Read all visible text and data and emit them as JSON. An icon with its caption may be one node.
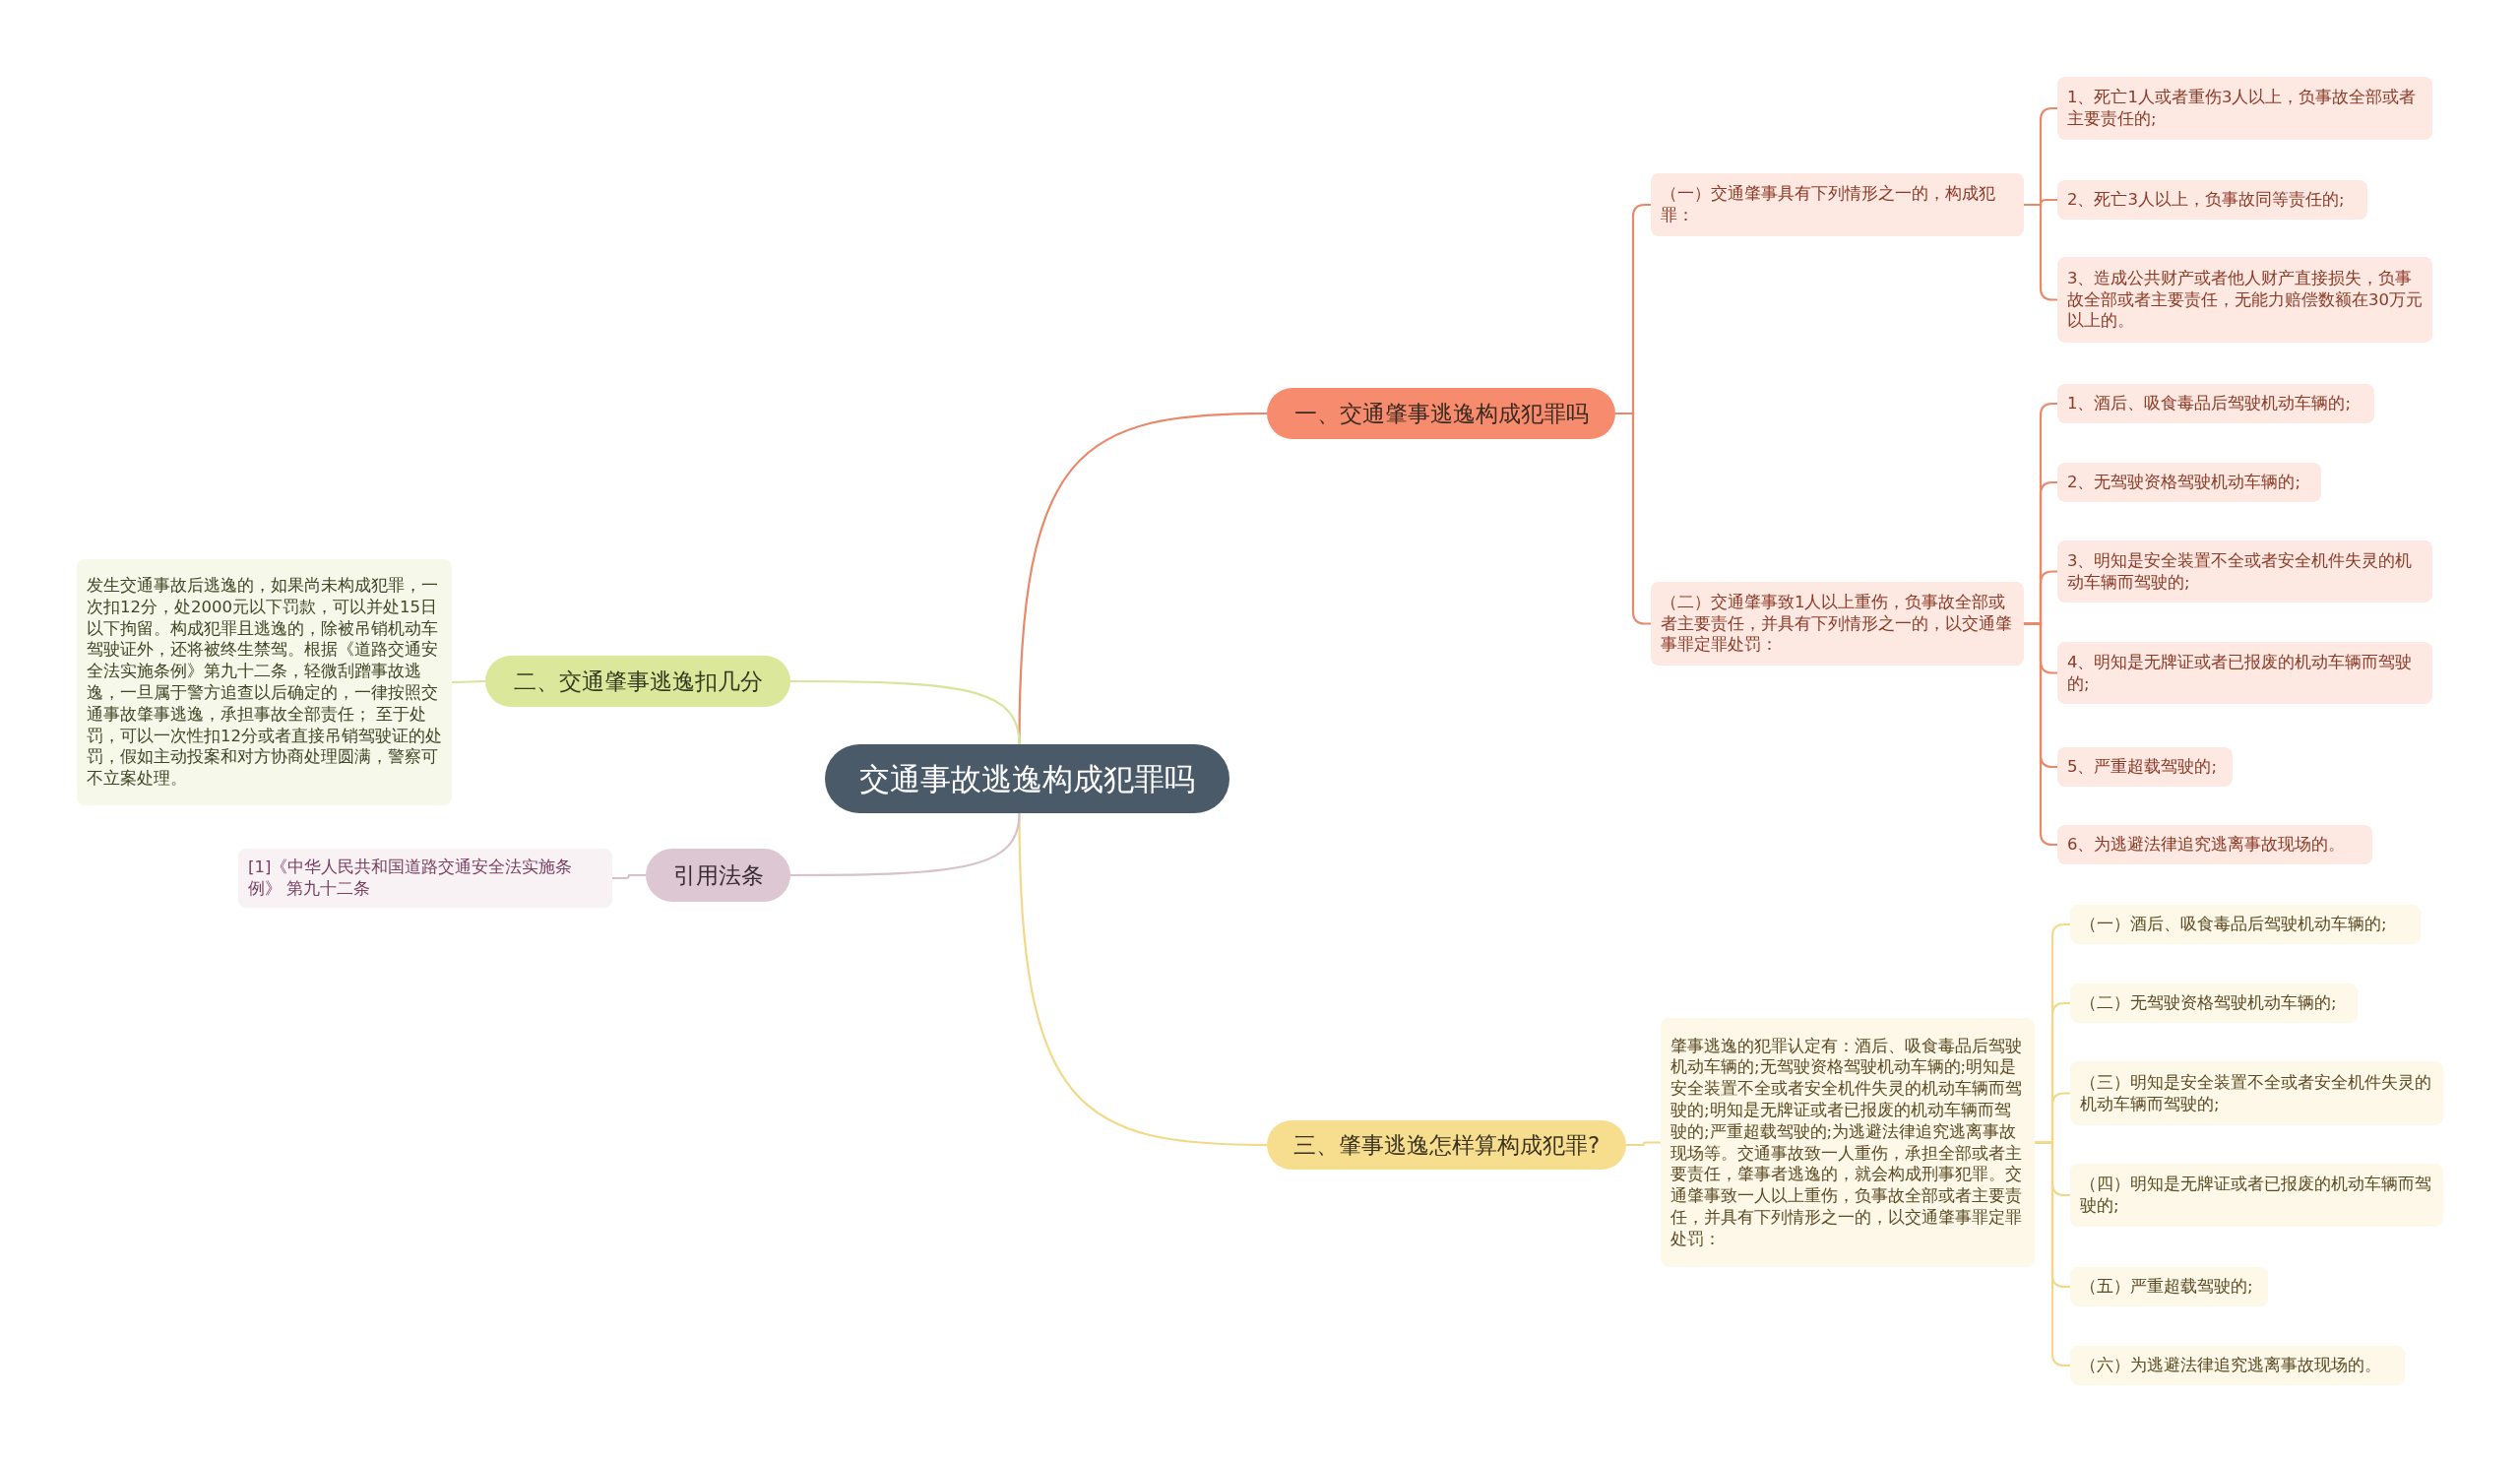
{
  "diagram": {
    "nodes": [
      {
        "text": [
          "交通事故逃逸构成犯罪吗"
        ]
      },
      {
        "text": [
          "一、交通肇事逃逸构成犯罪吗"
        ]
      },
      {
        "text": [
          "（一）交通肇事具有下列情形之一的，构成犯罪："
        ]
      },
      {
        "text": [
          "1、死亡1人或者重伤3人以上，负事故全部或者主要责任的;"
        ]
      },
      {
        "text": [
          "2、死亡3人以上，负事故同等责任的;"
        ]
      },
      {
        "text": [
          "3、造成公共财产或者他人财产直接损失，负事故全部或者主要责任，无能力赔偿数额在30万元以上的。"
        ]
      },
      {
        "text": [
          "（二）交通肇事致1人以上重伤，负事故全部或者主要责任，并具有下列情形之一的，以交通肇事罪定罪处罚："
        ]
      },
      {
        "text": [
          "1、酒后、吸食毒品后驾驶机动车辆的;"
        ]
      },
      {
        "text": [
          "2、无驾驶资格驾驶机动车辆的;"
        ]
      },
      {
        "text": [
          "3、明知是安全装置不全或者安全机件失灵的机动车辆而驾驶的;"
        ]
      },
      {
        "text": [
          "4、明知是无牌证或者已报废的机动车辆而驾驶的;"
        ]
      },
      {
        "text": [
          "5、严重超载驾驶的;"
        ]
      },
      {
        "text": [
          "6、为逃避法律追究逃离事故现场的。"
        ]
      },
      {
        "text": [
          "三、肇事逃逸怎样算构成犯罪?"
        ]
      },
      {
        "text": [
          "肇事逃逸的犯罪认定有：酒后、吸食毒品后驾驶机动车辆的;无驾驶资格驾驶机动车辆的;明知是安全装置不全或者安全机件失灵的机动车辆而驾驶的;明知是无牌证或者已报废的机动车辆而驾驶的;严重超载驾驶的;为逃避法律追究逃离事故现场等。交通事故致一人重伤，承担全部或者主要责任，肇事者逃逸的，就会构成刑事犯罪。交通肇事致一人以上重伤，负事故全部或者主要责任，并具有下列情形之一的，以交通肇事罪定罪处罚："
        ]
      },
      {
        "text": [
          "（一）酒后、吸食毒品后驾驶机动车辆的;"
        ]
      },
      {
        "text": [
          "（二）无驾驶资格驾驶机动车辆的;"
        ]
      },
      {
        "text": [
          "（三）明知是安全装置不全或者安全机件失灵的机动车辆而驾驶的;"
        ]
      },
      {
        "text": [
          "（四）明知是无牌证或者已报废的机动车辆而驾驶的;"
        ]
      },
      {
        "text": [
          "（五）严重超载驾驶的;"
        ]
      },
      {
        "text": [
          "（六）为逃避法律追究逃离事故现场的。"
        ]
      },
      {
        "text": [
          "二、交通肇事逃逸扣几分"
        ]
      },
      {
        "text": [
          "发生交通事故后逃逸的，如果尚未构成犯罪，一次扣12分，处2000元以下罚款，可以并处15日以下拘留。构成犯罪且逃逸的，除被吊销机动车驾驶证外，还将被终生禁驾。根据《道路交通安全法实施条例》第九十二条，轻微刮蹭事故逃逸，一旦属于警方追查以后确定的，一律按照交通事故肇事逃逸，承担事故全部责任； 至于处罚，可以一次性扣12分或者直接吊销驾驶证的处罚，假如主动投案和对方协商处理圆满，警察可不立案处理。"
        ]
      },
      {
        "text": [
          "引用法条"
        ]
      },
      {
        "text": [
          "[1]《中华人民共和国道路交通安全法实施条例》 第九十二条"
        ]
      }
    ],
    "edges": [
      {
        "from": 0,
        "to": 1,
        "arrow": "none"
      },
      {
        "from": 1,
        "to": 2,
        "arrow": "none"
      },
      {
        "from": 2,
        "to": 3,
        "arrow": "none"
      },
      {
        "from": 2,
        "to": 4,
        "arrow": "none"
      },
      {
        "from": 2,
        "to": 5,
        "arrow": "none"
      },
      {
        "from": 1,
        "to": 6,
        "arrow": "none"
      },
      {
        "from": 6,
        "to": 7,
        "arrow": "none"
      },
      {
        "from": 6,
        "to": 8,
        "arrow": "none"
      },
      {
        "from": 6,
        "to": 9,
        "arrow": "none"
      },
      {
        "from": 6,
        "to": 10,
        "arrow": "none"
      },
      {
        "from": 6,
        "to": 11,
        "arrow": "none"
      },
      {
        "from": 6,
        "to": 12,
        "arrow": "none"
      },
      {
        "from": 0,
        "to": 13,
        "arrow": "none",
        "color": "#f2d98a"
      },
      {
        "from": 13,
        "to": 14,
        "arrow": "none",
        "color": "#f2d98a"
      },
      {
        "from": 14,
        "to": 15,
        "arrow": "none",
        "color": "#f2d98a"
      },
      {
        "from": 14,
        "to": 16,
        "arrow": "none",
        "color": "#f2d98a"
      },
      {
        "from": 14,
        "to": 17,
        "arrow": "none",
        "color": "#f2d98a"
      },
      {
        "from": 14,
        "to": 18,
        "arrow": "none",
        "color": "#f2d98a"
      },
      {
        "from": 14,
        "to": 19,
        "arrow": "none",
        "color": "#f2d98a"
      },
      {
        "from": 14,
        "to": 20,
        "arrow": "none",
        "color": "#f2d98a"
      },
      {
        "from": 0,
        "to": 21,
        "arrow": "none",
        "color": "#d6e59c"
      },
      {
        "from": 21,
        "to": 22,
        "arrow": "none",
        "color": "#d6e59c"
      },
      {
        "from": 0,
        "to": 23,
        "arrow": "none",
        "color": "#d8c0cc"
      },
      {
        "from": 23,
        "to": 24,
        "arrow": "none",
        "color": "#d8c0cc"
      }
    ]
  }
}
